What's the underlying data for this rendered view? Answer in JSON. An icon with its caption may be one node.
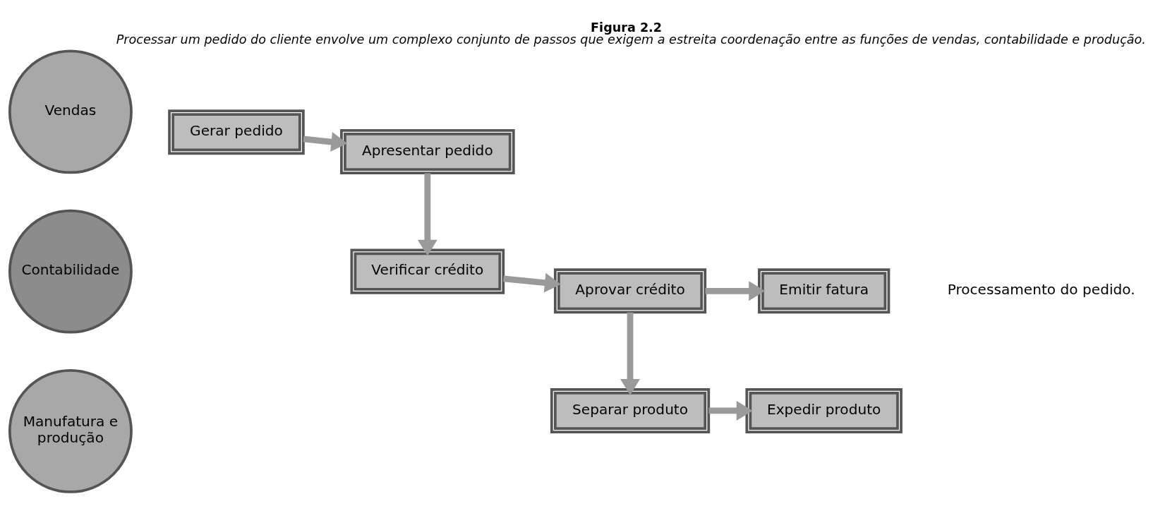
{
  "diagram": {
    "title": "Figura 2.2",
    "caption": "Processar um pedido do cliente envolve um complexo conjunto de passos que exigem a estreita coordenação entre as funções de vendas, contabilidade e produção.",
    "nodes": [
      {
        "text": [
          "Vendas"
        ]
      },
      {
        "text": [
          "Contabilidade"
        ]
      },
      {
        "text": [
          "Manufatura e produção"
        ]
      },
      {
        "text": [
          "Gerar pedido"
        ]
      },
      {
        "text": [
          "Apresentar pedido"
        ]
      },
      {
        "text": [
          "Verificar crédito"
        ]
      },
      {
        "text": [
          "Aprovar crédito"
        ]
      },
      {
        "text": [
          "Emitir fatura"
        ]
      },
      {
        "text": [
          "Separar produto"
        ]
      },
      {
        "text": [
          "Expedir produto"
        ]
      }
    ],
    "edges": [
      {
        "from": 3,
        "to": 4,
        "arrow": "to"
      },
      {
        "from": 4,
        "to": 5,
        "arrow": "to"
      },
      {
        "from": 5,
        "to": 6,
        "arrow": "to"
      },
      {
        "from": 6,
        "to": 7,
        "arrow": "to"
      },
      {
        "from": 6,
        "to": 8,
        "arrow": "to"
      },
      {
        "from": 8,
        "to": 9,
        "arrow": "to"
      }
    ],
    "labels": [
      "Processamento do pedido."
    ]
  }
}
